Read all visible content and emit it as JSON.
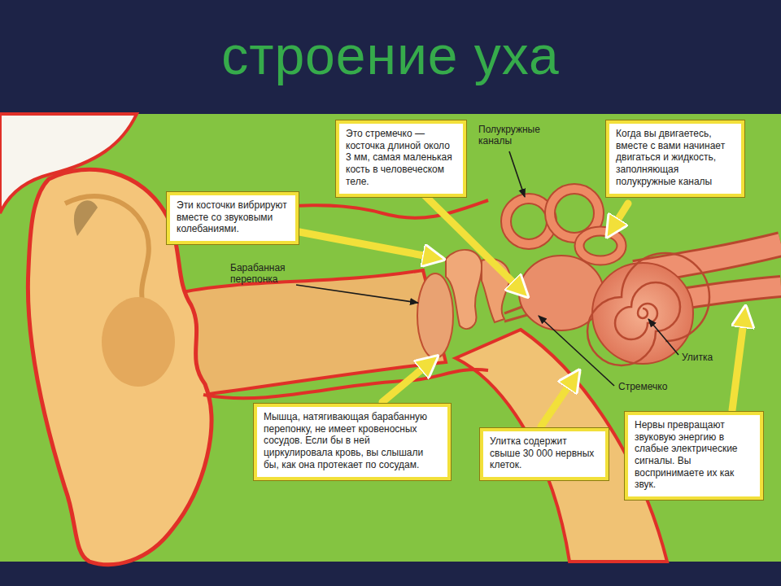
{
  "diagram": {
    "title": "строение уха",
    "nodes": [
      {
        "text": [
          "Эти косточки вибрируют вместе со звуковыми колебаниями."
        ]
      },
      {
        "text": [
          "Это стремечко — косточка длиной около 3 мм, самая маленькая кость в человеческом теле."
        ]
      },
      {
        "text": [
          "Когда вы двигаетесь, вместе с вами начинает двигаться и жидкость, заполняющая полукружные каналы"
        ]
      },
      {
        "text": [
          "Мышца, натягивающая барабанную перепонку, не имеет кровеносных сосудов. Если бы в ней циркулировала кровь, вы слышали бы, как она протекает по сосудам."
        ]
      },
      {
        "text": [
          "Улитка содержит свыше 30 000 нервных клеток."
        ]
      },
      {
        "text": [
          "Нервы превращают звуковую энергию в слабые электрические сигналы. Вы воспринимаете их как звук."
        ]
      }
    ],
    "labels": [
      "Полукружные каналы",
      "Барабанная перепонка",
      "Улитка",
      "Стремечко"
    ]
  }
}
